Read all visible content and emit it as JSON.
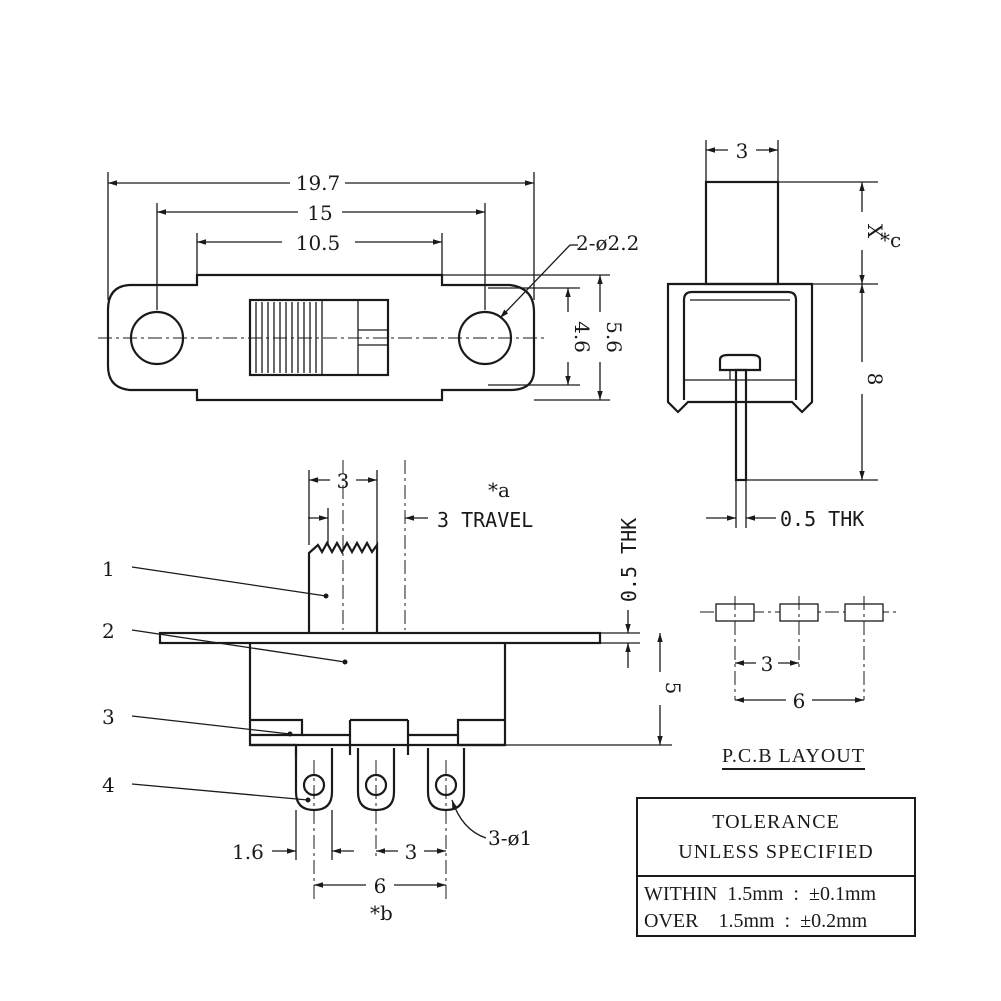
{
  "top_view": {
    "dim_overall": "19.7",
    "dim_holes": "15",
    "dim_body": "10.5",
    "hole_label": "2-ø2.2",
    "dim_height_inner": "4.6",
    "dim_height_outer": "5.6"
  },
  "side_view": {
    "dim_width": "3",
    "x_label": "X",
    "note_c": "*c",
    "dim_height": "8",
    "pin_thk": "0.5 THK"
  },
  "front_view": {
    "dim_actuator": "3",
    "note_a": "*a",
    "travel": "3 TRAVEL",
    "plate_thk": "0.5 THK",
    "dim_body_h": "5",
    "callouts": [
      "1",
      "2",
      "3",
      "4"
    ],
    "dim_pin_w": "1.6",
    "dim_pitch": "3",
    "dim_span": "6",
    "hole_label": "3-ø1",
    "note_b": "*b"
  },
  "pcb_layout": {
    "title": "P.C.B LAYOUT",
    "dim_pitch": "3",
    "dim_span": "6"
  },
  "tolerance": {
    "line1": "TOLERANCE",
    "line2": "UNLESS   SPECIFIED",
    "row1": "WITHIN  1.5mm  :  ±0.1mm",
    "row2": "OVER    1.5mm  :  ±0.2mm"
  }
}
